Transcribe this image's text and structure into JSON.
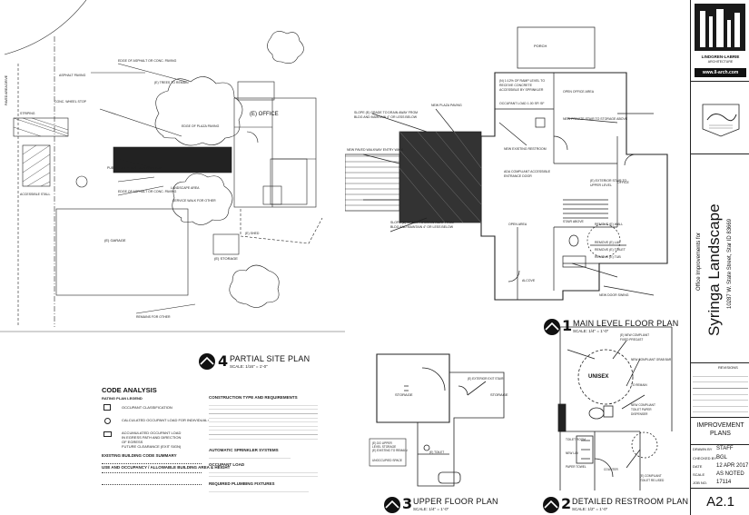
{
  "sheet": {
    "title_block": {
      "firm_name": "LINDGREN-LABRIE",
      "firm_sub": "ARCHITECTURE",
      "website": "www.ll-arch.com",
      "project_subtitle": "Office Improvements for",
      "project_name": "Syringa Landscape",
      "project_address": "10287 W. State Street, Star ID 83669",
      "revisions_label": "REVISIONS",
      "sheet_title": "IMPROVEMENT PLANS",
      "drawn_label": "DRAWN BY",
      "drawn_value": "STAFF",
      "checked_label": "CHECKED BY",
      "checked_value": "BGL",
      "date_label": "DATE",
      "date_value": "12 APR 2017",
      "scale_label": "SCALE",
      "scale_value": "AS NOTED",
      "job_label": "JOB NO.",
      "job_value": "17114",
      "sheet_number": "A2.1"
    },
    "drawings": {
      "partial_site": {
        "num": "4",
        "title": "PARTIAL SITE PLAN",
        "scale": "SCALE: 1/16\" = 1'-0\""
      },
      "main_level": {
        "num": "1",
        "title": "MAIN LEVEL FLOOR PLAN",
        "scale": "SCALE: 1/4\" = 1'-0\""
      },
      "upper_floor": {
        "num": "3",
        "title": "UPPER FLOOR PLAN",
        "scale": "SCALE: 1/4\" = 1'-0\""
      },
      "restroom": {
        "num": "2",
        "title": "DETAILED RESTROOM PLAN",
        "scale": "SCALE: 1/2\" = 1'-0\""
      }
    },
    "labels": {
      "office": "(E) OFFICE",
      "storage": "(E) STORAGE",
      "garage": "(E) GARAGE",
      "unisex": "UNISEX",
      "porch": "PORCH",
      "storage_upper_1": "STORAGE",
      "storage_upper_2": "STORAGE"
    },
    "code_analysis": {
      "title": "CODE ANALYSIS",
      "legend_title": "RATING PLAN LEGEND",
      "legend_items": [
        "OCCUPANT CLASSIFICATION",
        "CALCULATED OCCUPANT LOAD FOR INDIVIDUAL OCCUPANCY",
        "ACCUMULATED OCCUPANT LOAD IN EGRESS PATH AND DIRECTION OF EGRESS",
        "FUTURE CLEARANCE (EXIT SIGN)"
      ],
      "existing_summary": "EXISTING BUILDING CODE SUMMARY",
      "use_occupancy": "USE AND OCCUPANCY / ALLOWABLE BUILDING AREA & HEIGHT",
      "construction_title": "CONSTRUCTION TYPE AND REQUIREMENTS",
      "sprinkler_title": "AUTOMATIC SPRINKLER SYSTEMS",
      "occupant_load_title": "OCCUPANT LOAD",
      "plumbing_title": "REQUIRED PLUMBING FIXTURES"
    }
  }
}
